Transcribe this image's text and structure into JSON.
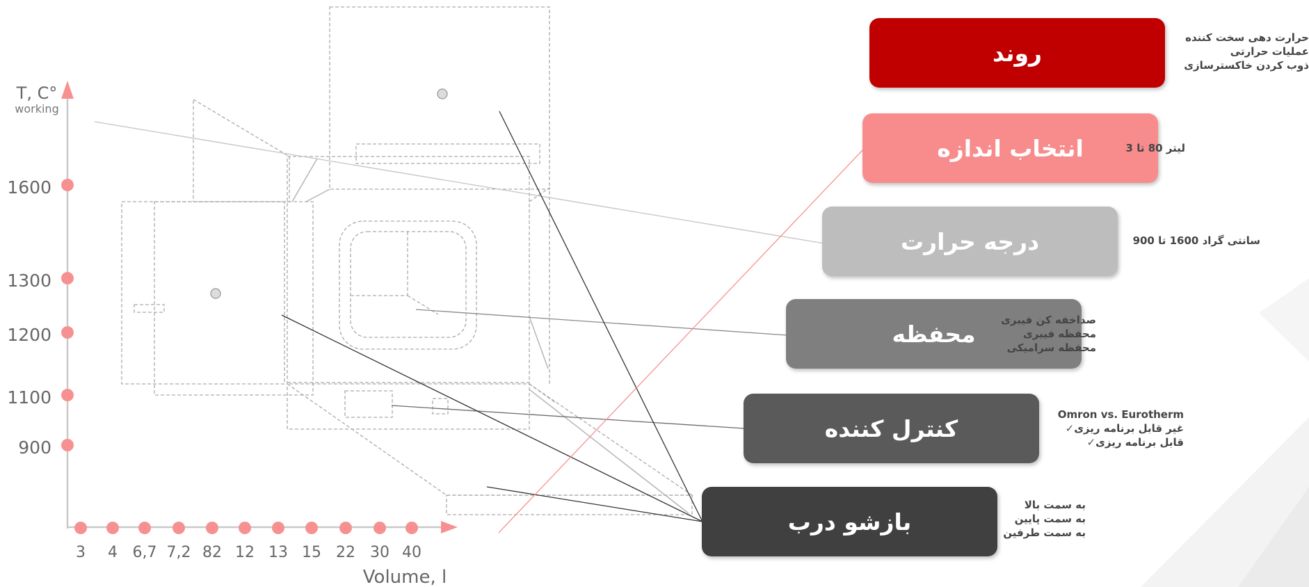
{
  "colors": {
    "axis": "#c9c9c9",
    "marker": "#f79191",
    "arrow": "#f79191",
    "drawing": "#a9a9a9",
    "pill_process": "#c00000",
    "pill_size": "#f88c8c",
    "pill_temperature": "#bdbdbd",
    "pill_chamber": "#7f7f7f",
    "pill_controller": "#5a5a5a",
    "pill_door": "#404040"
  },
  "chart_data": {
    "type": "scatter",
    "ylabel": "T, C°",
    "ylabel_sub": "working",
    "xlabel": "Volume, l",
    "y_ticks": [
      "1600",
      "1300",
      "1200",
      "1100",
      "900"
    ],
    "x_ticks": [
      "3",
      "4",
      "6,7",
      "7,2",
      "82",
      "12",
      "13",
      "15",
      "22",
      "30",
      "40"
    ]
  },
  "pills": [
    {
      "id": "process",
      "label": "روند"
    },
    {
      "id": "size",
      "label": "انتخاب اندازه"
    },
    {
      "id": "temperature",
      "label": "درجه حرارت"
    },
    {
      "id": "chamber",
      "label": "محفظه"
    },
    {
      "id": "controller",
      "label": "کنترل کننده"
    },
    {
      "id": "door",
      "label": "بازشو درب"
    }
  ],
  "notes": {
    "process": [
      "حرارت دهی  سخت کننده",
      "عملیات حرارتی",
      "ذوب کردن خاکسترسازی"
    ],
    "size": "لیتر 80 تا 3",
    "temperature": "سانتی گراد 1600 تا 900",
    "chamber": [
      "صداخفه کن فیبری",
      "محفظه فیبری",
      "محفظه سرامیکی"
    ],
    "controller": {
      "title": "Omron vs. Eurotherm",
      "items": [
        "غیر قابل برنامه ریزی",
        "قابل برنامه ریزی"
      ],
      "check": "✓"
    },
    "door": [
      "به سمت بالا",
      "به سمت پایین",
      "به سمت طرفین"
    ]
  }
}
